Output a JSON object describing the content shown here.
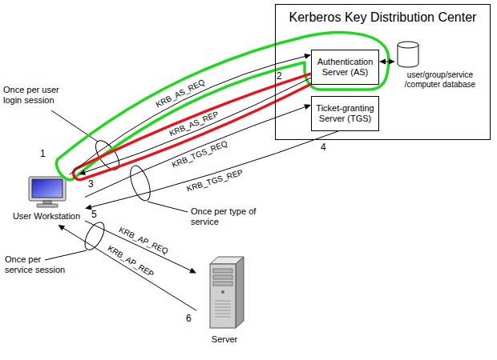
{
  "diagram": {
    "nodes": [
      {
        "text": [
          "Kerberos Key Distribution Center"
        ]
      },
      {
        "text": [
          "Authentication Server (AS)"
        ],
        "in": 0
      },
      {
        "text": [
          "Ticket-granting Server (TGS)"
        ],
        "in": 0
      },
      {
        "text": [
          "user/group/service /computer database"
        ],
        "in": 0
      },
      {
        "text": [
          "User Workstation"
        ]
      },
      {
        "text": [
          "Server"
        ]
      }
    ],
    "edges": [
      {
        "from": 1,
        "to": 3,
        "arrow": "both"
      },
      {
        "from": 4,
        "to": 1,
        "label": "KRB_AS_REQ",
        "arrow": "to"
      },
      {
        "from": 1,
        "to": 4,
        "label": "KRB_AS_REP",
        "arrow": "to"
      },
      {
        "from": 4,
        "to": 2,
        "label": "KRB_TGS_REQ",
        "arrow": "to"
      },
      {
        "from": 2,
        "to": 4,
        "label": "KRB_TGS_REP",
        "arrow": "to"
      },
      {
        "from": 4,
        "to": 5,
        "label": "KRB_AP_REQ",
        "arrow": "to"
      },
      {
        "from": 5,
        "to": 4,
        "label": "KRB_AP_REP",
        "arrow": "to"
      }
    ],
    "labels": [
      "1",
      "2",
      "3",
      "4",
      "5",
      "6",
      "Once per user login session",
      "Once per type of service",
      "Once per service session"
    ]
  }
}
